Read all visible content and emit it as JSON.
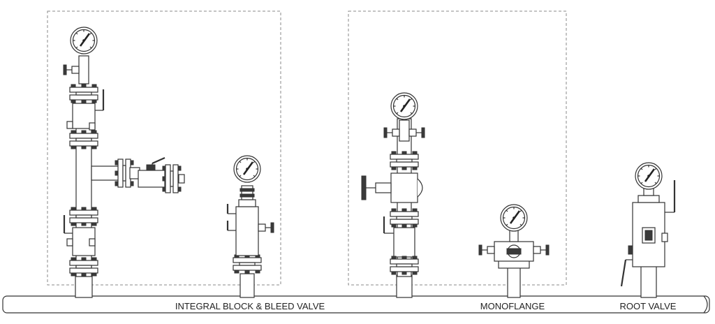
{
  "labels": {
    "ibbv": "INTEGRAL BLOCK & BLEED VALVE",
    "monoflange": "MONOFLANGE",
    "root": "ROOT VALVE"
  },
  "colors": {
    "line": "#333333",
    "dash": "#8a8a8a",
    "background": "#ffffff"
  }
}
